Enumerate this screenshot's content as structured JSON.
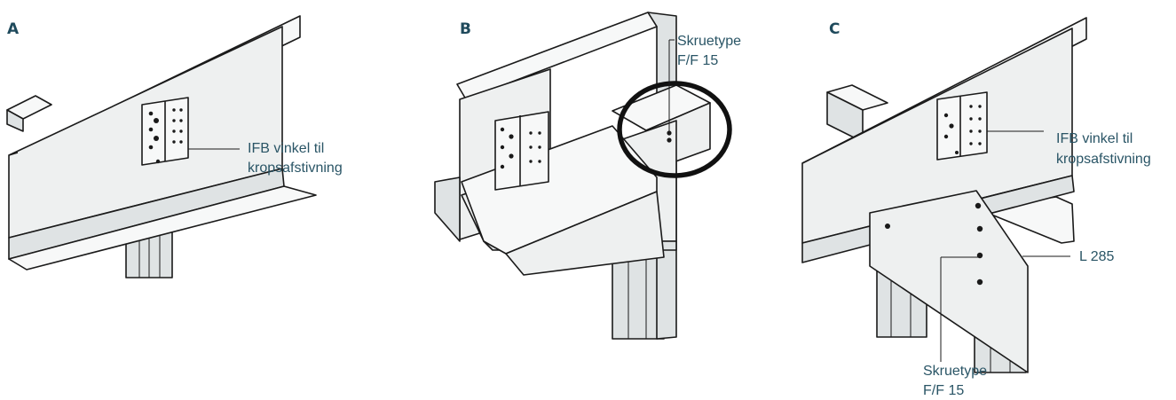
{
  "panels": [
    {
      "letter": "A",
      "callouts": [
        {
          "lines": [
            "IFB vinkel til",
            "kropsafstivning"
          ]
        }
      ]
    },
    {
      "letter": "B",
      "callouts": [
        {
          "lines": [
            "Skruetype",
            "F/F 15"
          ]
        }
      ]
    },
    {
      "letter": "C",
      "callouts": [
        {
          "lines": [
            "IFB vinkel til",
            "kropsafstivning"
          ]
        },
        {
          "lines": [
            "L 285"
          ]
        },
        {
          "lines": [
            "Skruetype",
            "F/F 15"
          ]
        }
      ]
    }
  ],
  "colors": {
    "label": "#1f4a5c",
    "line": "#1a1a1a",
    "steel_light": "#eef0f0",
    "steel_shade": "#dfe3e4"
  }
}
